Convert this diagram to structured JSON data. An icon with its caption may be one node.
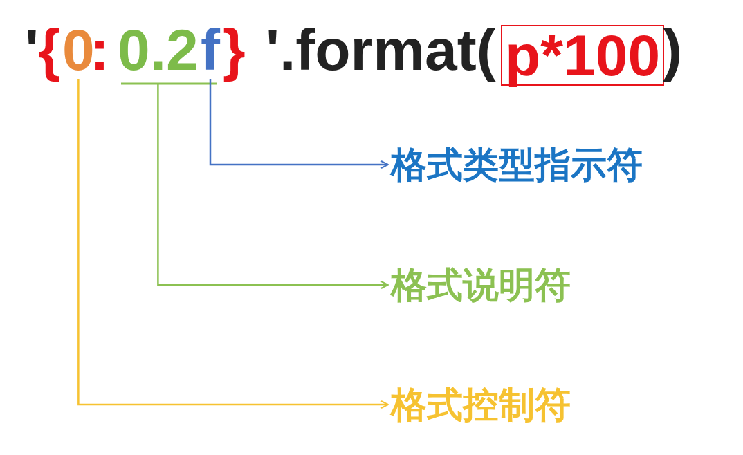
{
  "diagram": {
    "nodes": [
      {
        "text": [
          "0"
        ]
      },
      {
        "text": [
          "0.2"
        ]
      },
      {
        "text": [
          "f"
        ]
      },
      {
        "text": [
          "p*100"
        ]
      },
      {
        "text": [
          "格式类型指示符"
        ]
      },
      {
        "text": [
          "格式说明符"
        ]
      },
      {
        "text": [
          "格式控制符"
        ]
      }
    ],
    "edges": [
      {
        "from": 2,
        "to": 4,
        "arrow": "to",
        "color": "#4472c4"
      },
      {
        "from": 1,
        "to": 5,
        "arrow": "to",
        "color": "#8cc152"
      },
      {
        "from": 0,
        "to": 6,
        "arrow": "to",
        "color": "#f6c231"
      }
    ],
    "labels": [
      "'",
      "{",
      ":",
      "}",
      "'.format(",
      ")"
    ]
  }
}
